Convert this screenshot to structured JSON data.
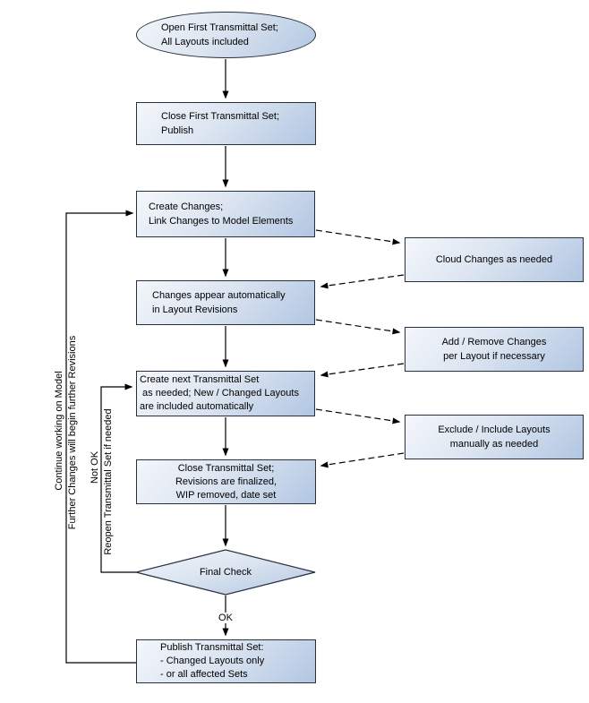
{
  "colors": {
    "node_fill_light": "#f4f7fb",
    "node_fill_dark": "#b2c6e2",
    "node_border": "#26303e",
    "connector": "#000000",
    "text": "#000000",
    "background": "#ffffff"
  },
  "nodes": {
    "start": {
      "shape": "ellipse",
      "lines": [
        "Open First Transmittal Set;",
        "All Layouts included"
      ]
    },
    "close_first": {
      "shape": "rect",
      "lines": [
        "Close First Transmittal Set;",
        "Publish"
      ]
    },
    "create_changes": {
      "shape": "rect",
      "lines": [
        "Create Changes;",
        "Link Changes to Model Elements"
      ]
    },
    "changes_appear": {
      "shape": "rect",
      "lines": [
        "Changes appear automatically",
        "in Layout Revisions"
      ]
    },
    "create_next": {
      "shape": "rect",
      "lines": [
        "Create next Transmittal Set",
        " as needed; New / Changed Layouts",
        "are included automatically"
      ]
    },
    "close_set": {
      "shape": "rect",
      "lines": [
        "Close Transmittal Set;",
        "Revisions are finalized,",
        "WIP removed, date set"
      ]
    },
    "final_check": {
      "shape": "diamond",
      "lines": [
        "Final Check"
      ]
    },
    "publish": {
      "shape": "rect",
      "lines": [
        "Publish Transmittal Set:",
        "- Changed Layouts only",
        "- or all affected Sets"
      ]
    },
    "cloud_changes": {
      "shape": "rect",
      "lines": [
        "Cloud Changes as needed"
      ]
    },
    "add_remove": {
      "shape": "rect",
      "lines": [
        "Add / Remove Changes",
        "per Layout if necessary"
      ]
    },
    "exclude_include": {
      "shape": "rect",
      "lines": [
        "Exclude / Include Layouts",
        "manually as needed"
      ]
    }
  },
  "labels": {
    "ok": "OK",
    "not_ok": "Not OK",
    "reopen": "Reopen Transmittal Set if needed",
    "continue_model": "Continue working on Model",
    "further_changes": "Further Changes will begin further Revisions"
  }
}
